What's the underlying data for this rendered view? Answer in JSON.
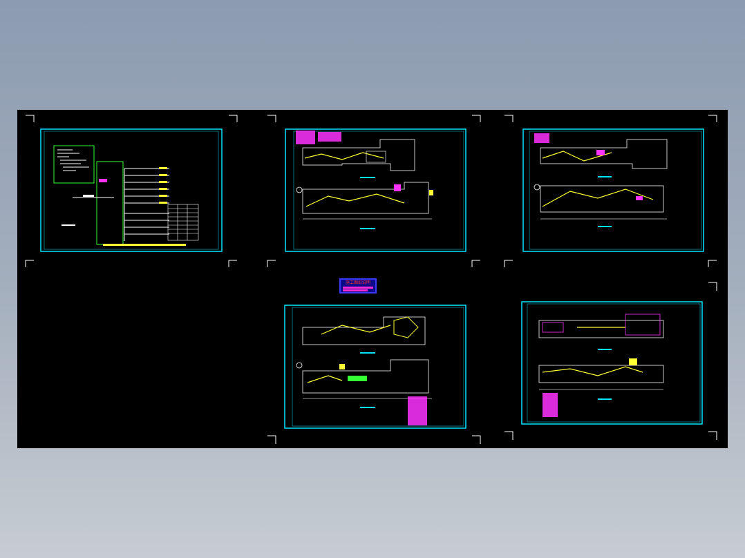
{
  "app": {
    "background_gradient": [
      "#8c9bb0",
      "#c7ccd2"
    ],
    "viewport_bg": "#000000"
  },
  "colors": {
    "sheet_border": "#00e5ff",
    "crop_marks": "#ffffff",
    "plan_lines": "#c8c8c8",
    "wiring": "#ffff33",
    "annotation": "#ff33ff",
    "green": "#33ff33",
    "stamp_bg": "#0a0a8a",
    "stamp_text": "#ff3030"
  },
  "sheets": [
    {
      "id": "sheet-1",
      "kind": "system-diagram"
    },
    {
      "id": "sheet-2",
      "kind": "floor-plan"
    },
    {
      "id": "sheet-3",
      "kind": "floor-plan"
    },
    {
      "id": "sheet-4",
      "kind": "floor-plan"
    },
    {
      "id": "sheet-5",
      "kind": "floor-plan"
    }
  ],
  "stamp": {
    "title": "施工图纸说明"
  }
}
